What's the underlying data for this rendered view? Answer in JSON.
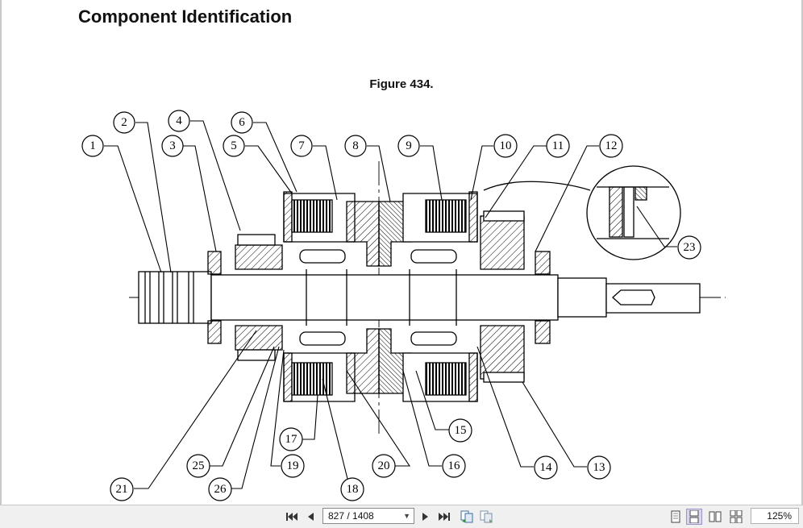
{
  "document": {
    "heading": "Component Identification",
    "figure_caption": "Figure 434."
  },
  "callouts": [
    "1",
    "2",
    "3",
    "4",
    "5",
    "6",
    "7",
    "8",
    "9",
    "10",
    "11",
    "12",
    "13",
    "14",
    "15",
    "16",
    "17",
    "18",
    "19",
    "20",
    "21",
    "23",
    "25",
    "26"
  ],
  "toolbar": {
    "page_indicator": "827 / 1408",
    "zoom_level": "125%",
    "icons": [
      "first-page-icon",
      "previous-page-icon",
      "next-page-icon",
      "last-page-icon",
      "go-back-icon",
      "go-forward-icon",
      "single-page-view-icon",
      "continuous-view-icon",
      "two-page-view-icon",
      "two-page-continuous-view-icon"
    ]
  }
}
